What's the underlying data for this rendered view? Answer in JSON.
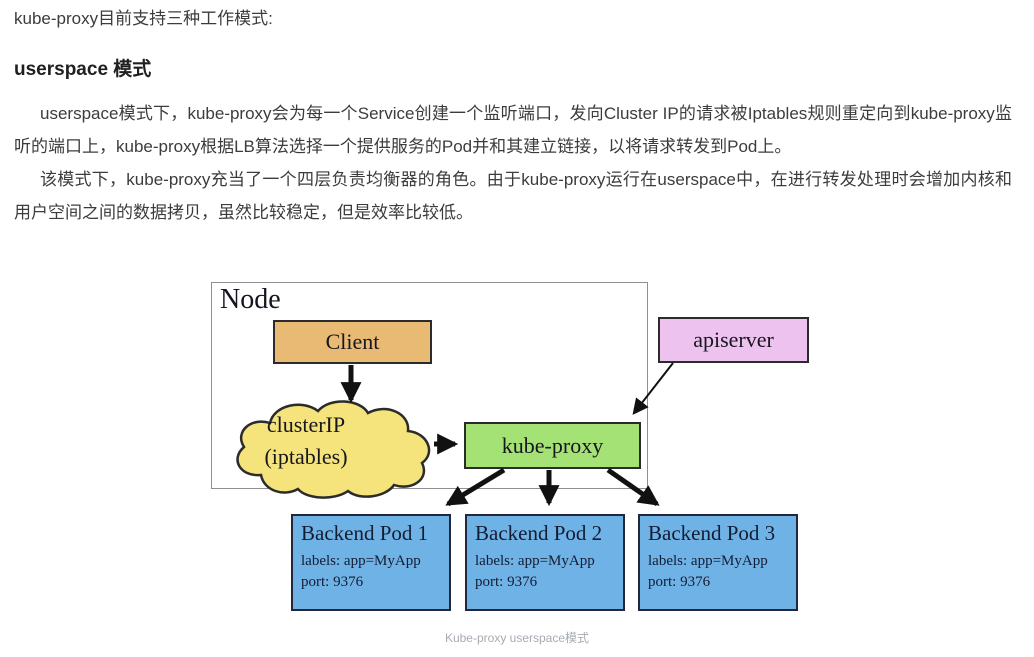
{
  "article": {
    "intro": "kube-proxy目前支持三种工作模式:",
    "section_heading": "userspace 模式",
    "paragraphs": [
      "userspace模式下，kube-proxy会为每一个Service创建一个监听端口，发向Cluster IP的请求被Iptables规则重定向到kube-proxy监听的端口上，kube-proxy根据LB算法选择一个提供服务的Pod并和其建立链接，以将请求转发到Pod上。",
      "该模式下，kube-proxy充当了一个四层负责均衡器的角色。由于kube-proxy运行在userspace中，在进行转发处理时会增加内核和用户空间之间的数据拷贝，虽然比较稳定，但是效率比较低。"
    ]
  },
  "diagram": {
    "node_label": "Node",
    "client_label": "Client",
    "apiserver_label": "apiserver",
    "cluster_ip": {
      "line1": "clusterIP",
      "line2": "(iptables)"
    },
    "kube_proxy_label": "kube-proxy",
    "pods": [
      {
        "title": "Backend Pod 1",
        "labels": "labels: app=MyApp",
        "port": "port: 9376"
      },
      {
        "title": "Backend Pod 2",
        "labels": "labels: app=MyApp",
        "port": "port: 9376"
      },
      {
        "title": "Backend Pod 3",
        "labels": "labels: app=MyApp",
        "port": "port: 9376"
      }
    ],
    "caption": "Kube-proxy userspace模式",
    "colors": {
      "client_box": "#e9ba73",
      "apiserver_box": "#eec2ef",
      "cluster_ip_cloud": "#f5e37c",
      "kube_proxy_box": "#a5e276",
      "backend_pod_box": "#6fb2e6",
      "node_border": "#8f8f8f",
      "arrow": "#111111"
    }
  }
}
